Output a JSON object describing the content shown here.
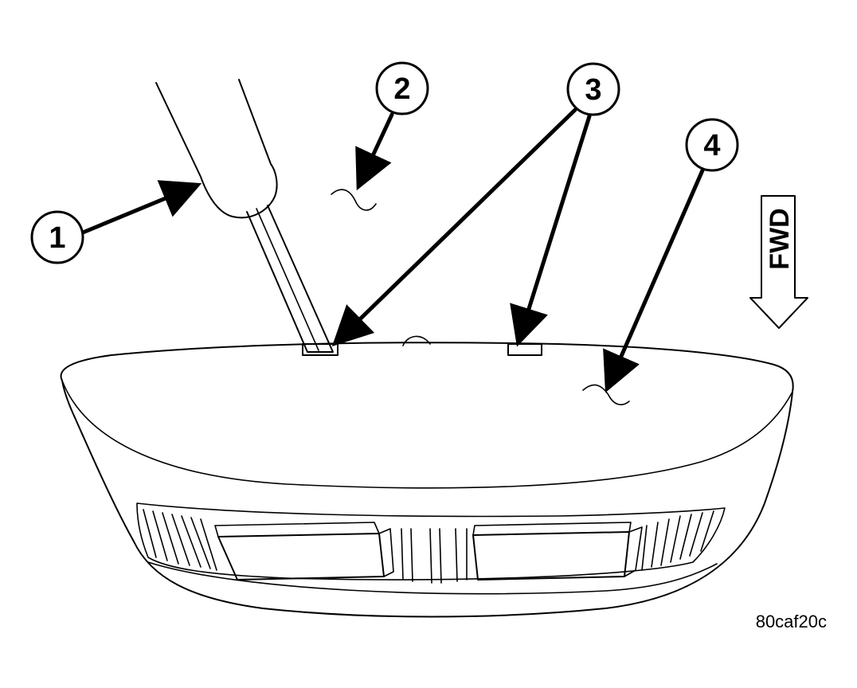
{
  "callouts": [
    {
      "id": "1",
      "label": "1"
    },
    {
      "id": "2",
      "label": "2"
    },
    {
      "id": "3",
      "label": "3"
    },
    {
      "id": "4",
      "label": "4"
    }
  ],
  "direction_indicator": {
    "label": "FWD"
  },
  "figure_code": "80caf20c",
  "colors": {
    "ink": "#000000",
    "paper": "#ffffff"
  }
}
